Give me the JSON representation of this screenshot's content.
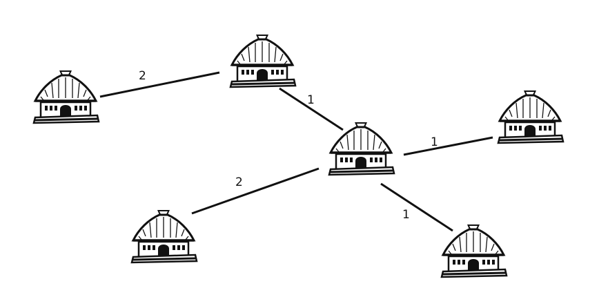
{
  "diagram": {
    "node_icon": "hut-icon",
    "nodes": [
      {
        "id": "hut-top-left"
      },
      {
        "id": "hut-top-center"
      },
      {
        "id": "hut-center"
      },
      {
        "id": "hut-right"
      },
      {
        "id": "hut-bottom-left"
      },
      {
        "id": "hut-bottom-right"
      }
    ],
    "edges": [
      {
        "from": "hut-top-left",
        "to": "hut-top-center",
        "weight": "2"
      },
      {
        "from": "hut-top-center",
        "to": "hut-center",
        "weight": "1"
      },
      {
        "from": "hut-center",
        "to": "hut-right",
        "weight": "1"
      },
      {
        "from": "hut-center",
        "to": "hut-bottom-left",
        "weight": "2"
      },
      {
        "from": "hut-center",
        "to": "hut-bottom-right",
        "weight": "1"
      }
    ]
  }
}
